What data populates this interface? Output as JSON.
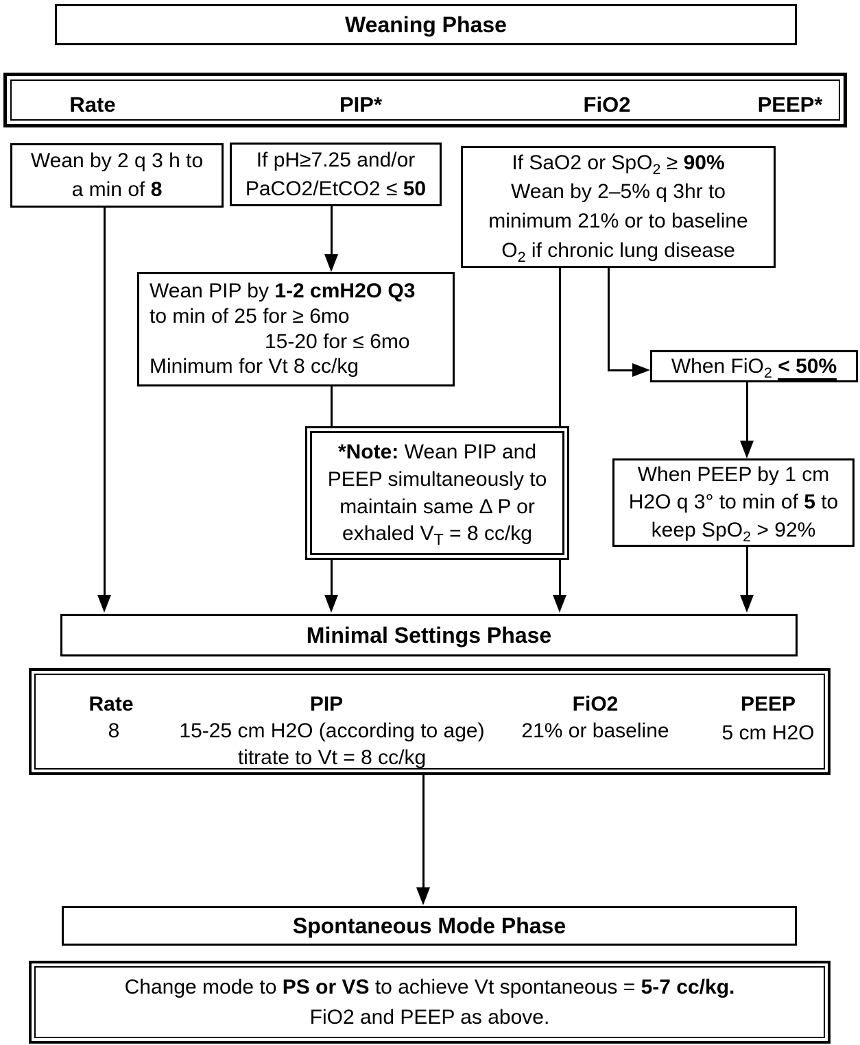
{
  "phases": {
    "weaning_title": "Weaning Phase",
    "minimal_title": "Minimal Settings Phase",
    "spontaneous_title": "Spontaneous Mode Phase"
  },
  "weaning_header": {
    "rate": "Rate",
    "pip": "PIP*",
    "fio2": "FiO2",
    "peep": "PEEP*"
  },
  "rate_box": {
    "line1": "Wean by 2 q 3 h to",
    "line2_pre": "a min of ",
    "line2_bold": "8"
  },
  "ph_box": {
    "line1": "If pH≥7.25 and/or",
    "line2_pre": "PaCO2/EtCO2 ≤ ",
    "line2_bold": "50"
  },
  "fio2_box": {
    "line1_pre": "If SaO2 or SpO",
    "line1_sub": "2",
    "line1_mid": " ≥ ",
    "line1_bold": "90%",
    "line2": "Wean by 2–5% q 3hr to",
    "line3": "minimum 21% or to baseline",
    "line4_pre": "O",
    "line4_sub": "2",
    "line4_post": " if chronic lung disease"
  },
  "wean_pip_box": {
    "line1_pre": "Wean PIP by ",
    "line1_bold": "1-2 cmH2O Q3",
    "line2": "to min of 25 for ≥ 6mo",
    "line3": "15-20 for ≤ 6mo",
    "line4": "Minimum for Vt 8 cc/kg"
  },
  "note_box": {
    "line1_bold": "*Note:",
    "line1_post": " Wean PIP and",
    "line2": "PEEP simultaneously to",
    "line3": "maintain same Δ P or",
    "line4_pre": "exhaled V",
    "line4_sub": "T",
    "line4_post": " = 8 cc/kg"
  },
  "when_fio2_box": {
    "pre": "When FiO",
    "sub": "2",
    "mid": " ",
    "bold_underlined": "< 50%"
  },
  "when_peep_box": {
    "line1": "When PEEP by 1 cm",
    "line2_pre": "H2O q 3° to min of ",
    "line2_bold": "5",
    "line2_post": " to",
    "line3_pre": "keep SpO",
    "line3_sub": "2",
    "line3_post": " > 92%"
  },
  "minimal_table": {
    "rate_header": "Rate",
    "pip_header": "PIP",
    "fio2_header": "FiO2",
    "peep_header": "PEEP",
    "rate_value": "8",
    "pip_value_line1": "15-25 cm H2O (according to age)",
    "pip_value_line2": "titrate to Vt = 8 cc/kg",
    "fio2_value": "21% or baseline",
    "peep_value": "5 cm H2O"
  },
  "spontaneous_box": {
    "line1_pre": "Change mode to ",
    "line1_bold1": "PS or VS",
    "line1_mid": " to achieve Vt spontaneous = ",
    "line1_bold2": "5-7 cc/kg.",
    "line2": "FiO2 and PEEP as above."
  }
}
